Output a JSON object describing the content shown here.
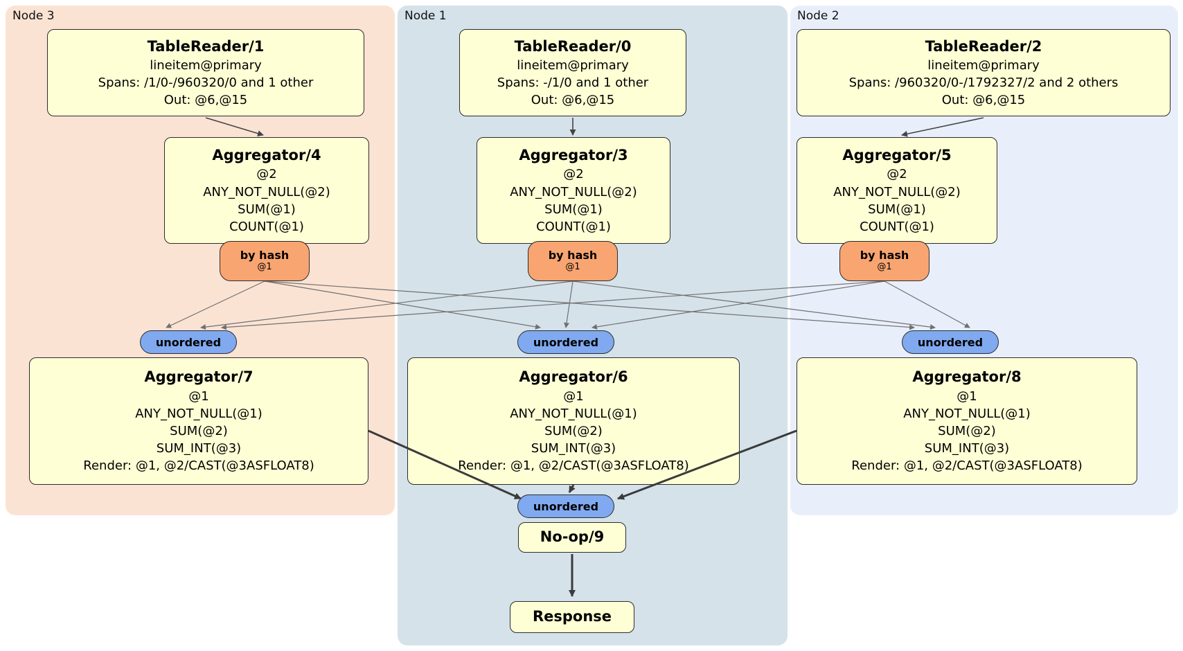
{
  "regions": [
    {
      "label": "Node 3",
      "bg": "#fbe3d4"
    },
    {
      "label": "Node 1",
      "bg": "#d5e2ea"
    },
    {
      "label": "Node 2",
      "bg": "#e9effa"
    }
  ],
  "table_readers": [
    {
      "title": "TableReader/1",
      "lines": [
        "lineitem@primary",
        "Spans: /1/0-/960320/0 and 1 other",
        "Out: @6,@15"
      ]
    },
    {
      "title": "TableReader/0",
      "lines": [
        "lineitem@primary",
        "Spans: -/1/0 and 1 other",
        "Out: @6,@15"
      ]
    },
    {
      "title": "TableReader/2",
      "lines": [
        "lineitem@primary",
        "Spans: /960320/0-/1792327/2 and 2 others",
        "Out: @6,@15"
      ]
    }
  ],
  "stage1_aggregators": [
    {
      "title": "Aggregator/4",
      "lines": [
        "@2",
        "ANY_NOT_NULL(@2)",
        "SUM(@1)",
        "COUNT(@1)"
      ]
    },
    {
      "title": "Aggregator/3",
      "lines": [
        "@2",
        "ANY_NOT_NULL(@2)",
        "SUM(@1)",
        "COUNT(@1)"
      ]
    },
    {
      "title": "Aggregator/5",
      "lines": [
        "@2",
        "ANY_NOT_NULL(@2)",
        "SUM(@1)",
        "COUNT(@1)"
      ]
    }
  ],
  "hash_routers": [
    {
      "label": "by hash",
      "key": "@1"
    },
    {
      "label": "by hash",
      "key": "@1"
    },
    {
      "label": "by hash",
      "key": "@1"
    }
  ],
  "streams": [
    {
      "label": "unordered"
    },
    {
      "label": "unordered"
    },
    {
      "label": "unordered"
    }
  ],
  "stage2_aggregators": [
    {
      "title": "Aggregator/7",
      "lines": [
        "@1",
        "ANY_NOT_NULL(@1)",
        "SUM(@2)",
        "SUM_INT(@3)",
        "Render: @1, @2/CAST(@3ASFLOAT8)"
      ]
    },
    {
      "title": "Aggregator/6",
      "lines": [
        "@1",
        "ANY_NOT_NULL(@1)",
        "SUM(@2)",
        "SUM_INT(@3)",
        "Render: @1, @2/CAST(@3ASFLOAT8)"
      ]
    },
    {
      "title": "Aggregator/8",
      "lines": [
        "@1",
        "ANY_NOT_NULL(@1)",
        "SUM(@2)",
        "SUM_INT(@3)",
        "Render: @1, @2/CAST(@3ASFLOAT8)"
      ]
    }
  ],
  "final_stream": {
    "label": "unordered"
  },
  "noop": {
    "title": "No-op/9"
  },
  "response": {
    "title": "Response"
  },
  "colors": {
    "node3_bg": "#fbe3d4",
    "node1_bg": "#d5e2ea",
    "node2_bg": "#e9effa",
    "box_bg": "#ffffd6",
    "hash_router_bg": "#f8a571",
    "stream_bg": "#80a9ef",
    "border": "#2b2b2b"
  }
}
